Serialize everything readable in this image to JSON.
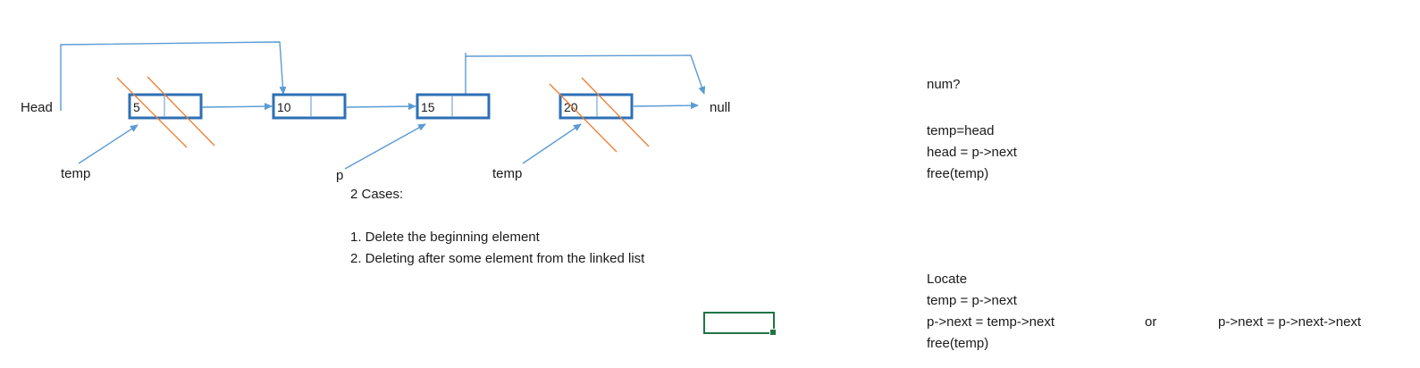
{
  "diagram": {
    "head_label": "Head",
    "null_label": "null",
    "nodes": [
      {
        "value": "5",
        "crossed": true
      },
      {
        "value": "10",
        "crossed": false
      },
      {
        "value": "15",
        "crossed": false
      },
      {
        "value": "20",
        "crossed": true
      }
    ],
    "pointer_labels": {
      "temp_left": "temp",
      "p": "p",
      "temp_right": "temp"
    },
    "colors": {
      "node_border": "#2f6fb5",
      "arrow": "#5b9bd5",
      "cross": "#ed7d31",
      "selection": "#217346"
    }
  },
  "cases": {
    "heading": "2 Cases:",
    "items": [
      "1. Delete the beginning element",
      "2. Deleting after some element from the linked list"
    ]
  },
  "notes": {
    "question": "num?",
    "case1": [
      "temp=head",
      "head = p->next",
      "free(temp)"
    ],
    "case2": [
      "Locate",
      "temp = p->next",
      "p->next = temp->next",
      "free(temp)"
    ],
    "or_label": "or",
    "alternative": "p->next = p->next->next"
  }
}
